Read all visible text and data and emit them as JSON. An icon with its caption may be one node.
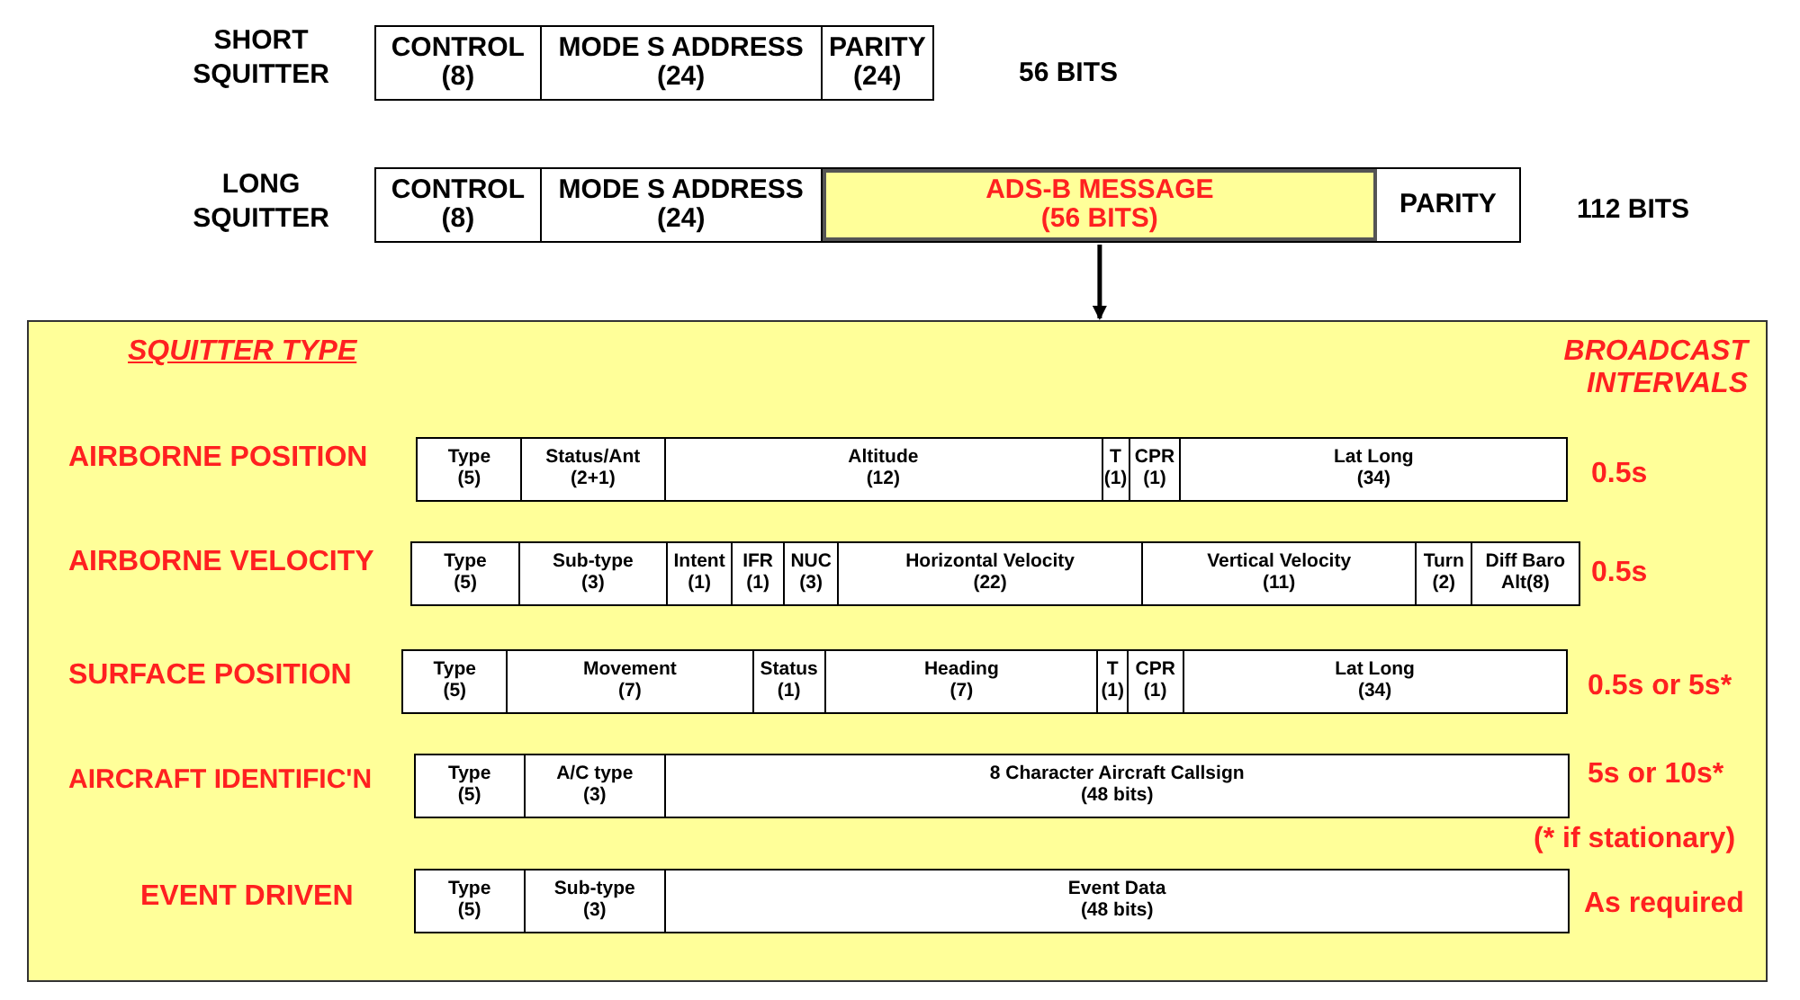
{
  "diagram": {
    "nodes": [
      {
        "text": [],
        "shape": "bar",
        "beside": [
          "SHORT SQUITTER",
          "56 BITS"
        ]
      },
      {
        "text": [
          "CONTROL",
          "(8)"
        ],
        "in": 0
      },
      {
        "text": [
          "MODE S ADDRESS",
          "(24)"
        ],
        "in": 0
      },
      {
        "text": [
          "PARITY",
          "(24)"
        ],
        "in": 0
      },
      {
        "text": [],
        "shape": "bar",
        "beside": [
          "LONG SQUITTER",
          "112 BITS"
        ]
      },
      {
        "text": [
          "CONTROL",
          "(8)"
        ],
        "in": 4
      },
      {
        "text": [
          "MODE S ADDRESS",
          "(24)"
        ],
        "in": 4
      },
      {
        "text": [
          "ADS-B MESSAGE",
          "(56 BITS)"
        ],
        "in": 4
      },
      {
        "text": [
          "PARITY"
        ],
        "in": 4
      },
      {
        "text": [
          "SQUITTER TYPE",
          "BROADCAST INTERVALS"
        ]
      },
      {
        "text": [],
        "shape": "bar",
        "in": 9,
        "beside": [
          "AIRBORNE POSITION",
          "0.5s"
        ]
      },
      {
        "text": [
          "Type",
          "(5)"
        ],
        "in": 10
      },
      {
        "text": [
          "Status/Ant",
          "(2+1)"
        ],
        "in": 10
      },
      {
        "text": [
          "Altitude",
          "(12)"
        ],
        "in": 10
      },
      {
        "text": [
          "T",
          "(1)"
        ],
        "in": 10
      },
      {
        "text": [
          "CPR",
          "(1)"
        ],
        "in": 10
      },
      {
        "text": [
          "Lat Long",
          "(34)"
        ],
        "in": 10
      },
      {
        "text": [],
        "shape": "bar",
        "in": 9,
        "beside": [
          "AIRBORNE VELOCITY",
          "0.5s"
        ]
      },
      {
        "text": [
          "Type",
          "(5)"
        ],
        "in": 17
      },
      {
        "text": [
          "Sub-type",
          "(3)"
        ],
        "in": 17
      },
      {
        "text": [
          "Intent",
          "(1)"
        ],
        "in": 17
      },
      {
        "text": [
          "IFR",
          "(1)"
        ],
        "in": 17
      },
      {
        "text": [
          "NUC",
          "(3)"
        ],
        "in": 17
      },
      {
        "text": [
          "Horizontal Velocity",
          "(22)"
        ],
        "in": 17
      },
      {
        "text": [
          "Vertical Velocity",
          "(11)"
        ],
        "in": 17
      },
      {
        "text": [
          "Turn",
          "(2)"
        ],
        "in": 17
      },
      {
        "text": [
          "Diff Baro Alt(8)"
        ],
        "in": 17
      },
      {
        "text": [],
        "shape": "bar",
        "in": 9,
        "beside": [
          "SURFACE POSITION",
          "0.5s or 5s*"
        ]
      },
      {
        "text": [
          "Type",
          "(5)"
        ],
        "in": 27
      },
      {
        "text": [
          "Movement",
          "(7)"
        ],
        "in": 27
      },
      {
        "text": [
          "Status",
          "(1)"
        ],
        "in": 27
      },
      {
        "text": [
          "Heading",
          "(7)"
        ],
        "in": 27
      },
      {
        "text": [
          "T",
          "(1)"
        ],
        "in": 27
      },
      {
        "text": [
          "CPR",
          "(1)"
        ],
        "in": 27
      },
      {
        "text": [
          "Lat Long",
          "(34)"
        ],
        "in": 27
      },
      {
        "text": [],
        "shape": "bar",
        "in": 9,
        "beside": [
          "AIRCRAFT IDENTIFIC'N",
          "5s or 10s*",
          "(* if stationary)"
        ]
      },
      {
        "text": [
          "Type",
          "(5)"
        ],
        "in": 35
      },
      {
        "text": [
          "A/C type",
          "(3)"
        ],
        "in": 35
      },
      {
        "text": [
          "8 Character Aircraft Callsign",
          "(48 bits)"
        ],
        "in": 35
      },
      {
        "text": [],
        "shape": "bar",
        "in": 9,
        "beside": [
          "EVENT DRIVEN",
          "As required"
        ]
      },
      {
        "text": [
          "Type",
          "(5)"
        ],
        "in": 39
      },
      {
        "text": [
          "Sub-type",
          "(3)"
        ],
        "in": 39
      },
      {
        "text": [
          "Event Data",
          "(48 bits)"
        ],
        "in": 39
      }
    ],
    "edges": [
      {
        "from": 7,
        "to": 9,
        "arrow": "to"
      }
    ]
  }
}
